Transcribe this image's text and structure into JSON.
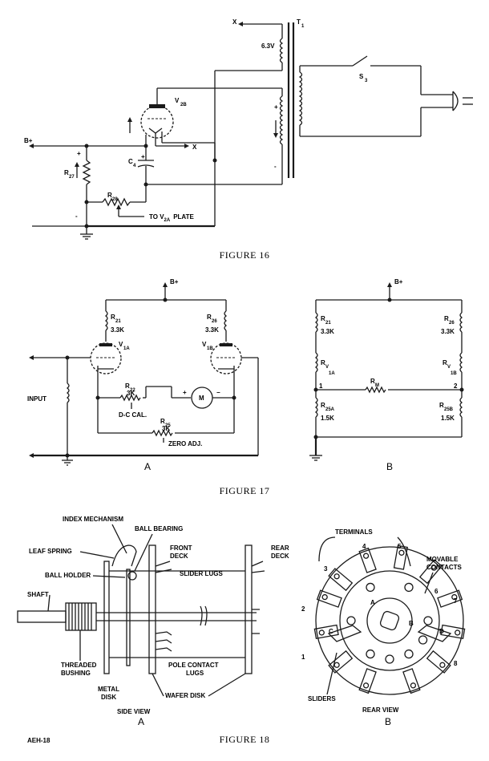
{
  "fig16": {
    "caption": "FIGURE 16",
    "t1": "T",
    "t1_sub": "1",
    "x_top": "X",
    "v63": "6.3V",
    "s3": "S",
    "s3_sub": "3",
    "v2b": "V",
    "v2b_sub": "2B",
    "bplus": "B+",
    "plus1": "+",
    "minus1": "-",
    "c4": "C",
    "c4_sub": "4",
    "x_mid": "X",
    "r27": "R",
    "r27_sub": "27",
    "r28": "R",
    "r28_sub": "28",
    "to_v2a_pre": "TO V",
    "to_v2a_sub": "2A",
    "to_v2a_post": "PLATE",
    "xf_plus": "+",
    "xf_minus": "-"
  },
  "fig17": {
    "caption": "FIGURE 17",
    "a_label": "A",
    "b_label": "B",
    "bplus_a": "B+",
    "bplus_b": "B+",
    "r21": "R",
    "r21_sub": "21",
    "r21_val": "3.3K",
    "r26": "R",
    "r26_sub": "26",
    "r26_val": "3.3K",
    "v1a": "V",
    "v1a_sub": "1A",
    "v1b": "V",
    "v1b_sub": "1B",
    "r22": "R",
    "r22_sub": "22",
    "r22_val": "3K",
    "dc_cal": "D-C CAL.",
    "meter": "M",
    "m_plus": "+",
    "m_minus": "−",
    "r25": "R",
    "r25_sub": "25",
    "r25_val": "3K",
    "zero_adj": "ZERO ADJ.",
    "input": "INPUT",
    "b_r21": "R",
    "b_r21_sub": "21",
    "b_r21_val": "3.3K",
    "b_r26": "R",
    "b_r26_sub": "26",
    "b_r26_val": "3.3K",
    "b_rv1a": "R",
    "b_rv1a_sub": "V",
    "b_rv1a_sub2": "1A",
    "b_rv1b": "R",
    "b_rv1b_sub": "V",
    "b_rv1b_sub2": "1B",
    "b_rm": "R",
    "b_rm_sub": "M",
    "node1": "1",
    "node2": "2",
    "b_r25a": "R",
    "b_r25a_sub": "25A",
    "b_r25a_val": "1.5K",
    "b_r25b": "R",
    "b_r25b_sub": "25B",
    "b_r25b_val": "1.5K"
  },
  "fig18": {
    "caption": "FIGURE 18",
    "index_mechanism": "INDEX MECHANISM",
    "ball_bearing": "BALL BEARING",
    "leaf_spring": "LEAF SPRING",
    "front_deck_1": "FRONT",
    "front_deck_2": "DECK",
    "rear_deck_1": "REAR",
    "rear_deck_2": "DECK",
    "ball_holder": "BALL HOLDER",
    "slider_lugs": "SLIDER LUGS",
    "shaft": "SHAFT",
    "threaded_1": "THREADED",
    "threaded_2": "BUSHING",
    "pole_contact_1": "POLE CONTACT",
    "pole_contact_2": "LUGS",
    "metal_1": "METAL",
    "metal_2": "DISK",
    "wafer_disk": "WAFER DISK",
    "side_view": "SIDE VIEW",
    "a_label": "A",
    "terminals": "TERMINALS",
    "movable_1": "MOVABLE",
    "movable_2": "CONTACTS",
    "t1": "1",
    "t2": "2",
    "t3": "3",
    "t4": "4",
    "t5": "5",
    "t6": "6",
    "t7": "7",
    "t8": "8",
    "sec_a": "A",
    "sec_b": "B",
    "sec_c": "C",
    "sec_d": "D",
    "sliders": "SLIDERS",
    "rear_view": "REAR VIEW",
    "b_label": "B"
  },
  "footer": {
    "code": "AEH-18"
  }
}
